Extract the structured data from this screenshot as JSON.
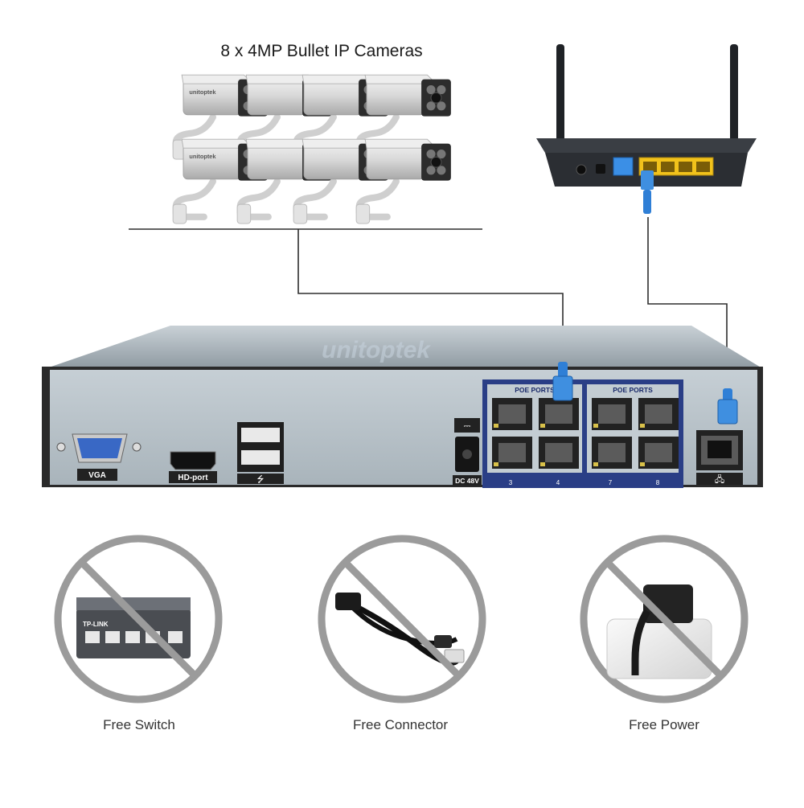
{
  "title": "8 x 4MP Bullet IP Cameras",
  "camera_brand": "unitoptek",
  "watermark": "unitoptek",
  "nvr": {
    "vga_label": "VGA",
    "hdmi_label": "HD-port",
    "dc_label": "DC 48V",
    "poe_label": "POE PORTS",
    "port_numbers": [
      "3",
      "4",
      "7",
      "8"
    ]
  },
  "switch_brand": "TP-LINK",
  "captions": {
    "switch": "Free Switch",
    "connector": "Free Connector",
    "power": "Free Power"
  },
  "colors": {
    "nvr_panel": "#b9c4cb",
    "nvr_top": "#9aa5ad",
    "router_body": "#2b2e33",
    "rj45_blue": "#2f7fd6",
    "lan_yellow": "#f2c21b",
    "prohibit_gray": "#9b9b9b"
  }
}
